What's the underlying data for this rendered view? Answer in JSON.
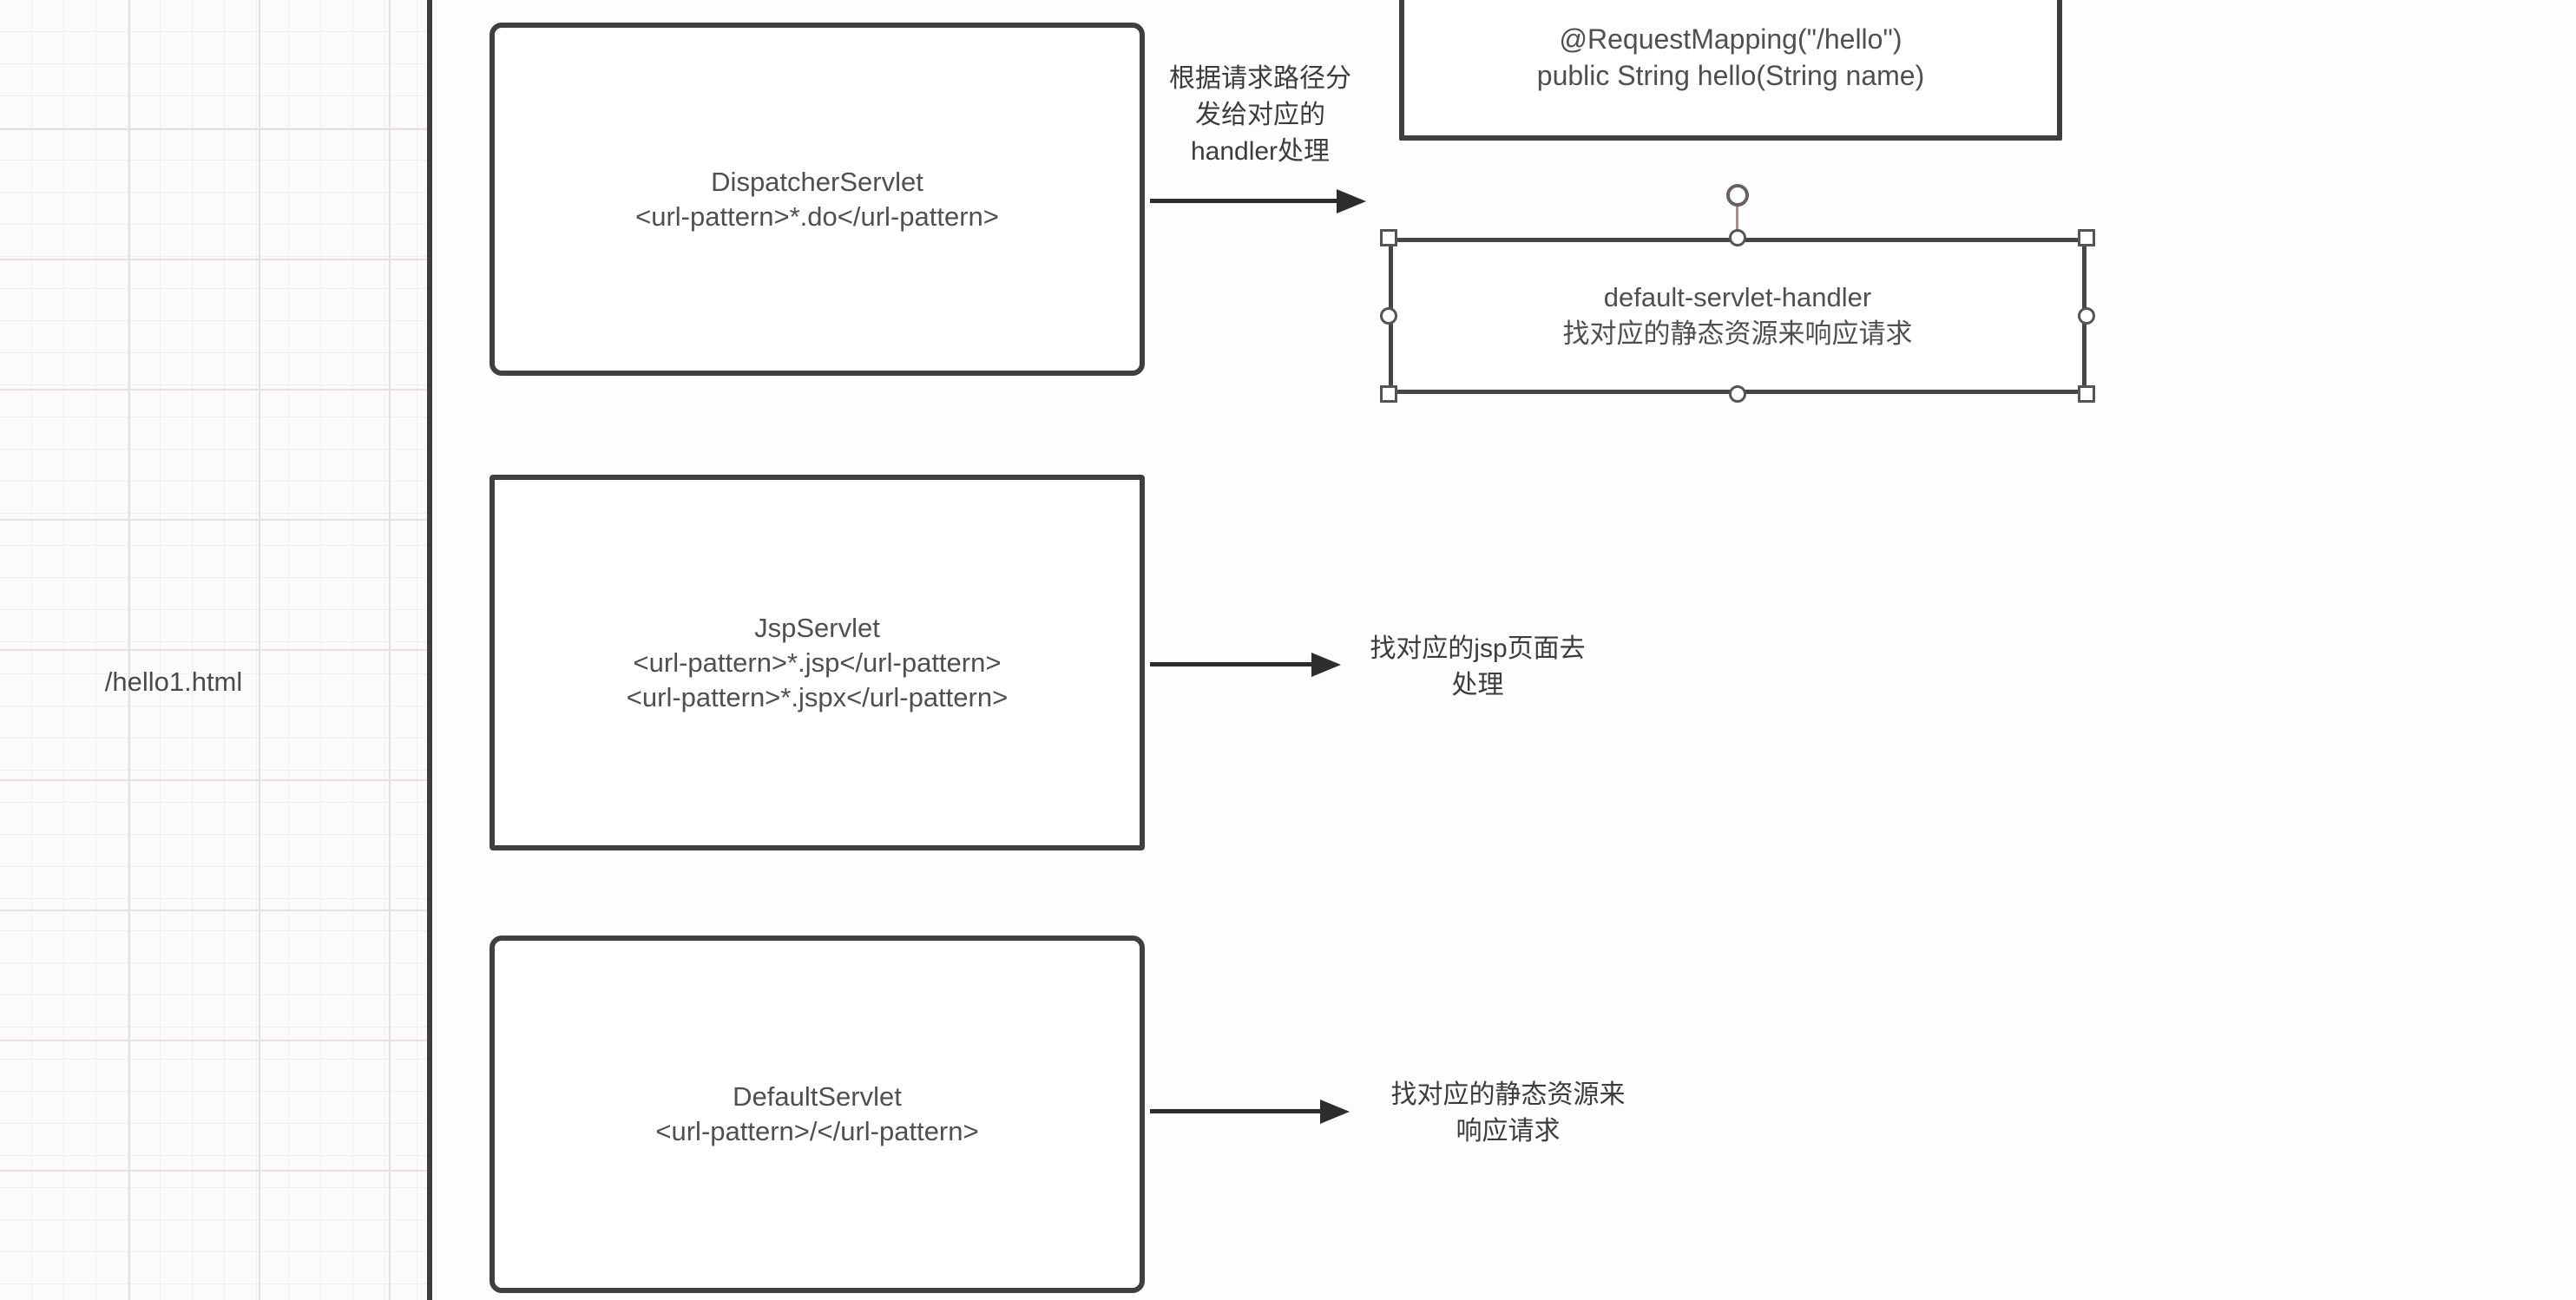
{
  "left_panel": {
    "request_label": "/hello1.html"
  },
  "servlet_boxes": [
    {
      "id": "dispatcher",
      "text": "DispatcherServlet\n<url-pattern>*.do</url-pattern>"
    },
    {
      "id": "jsp",
      "text": "JspServlet\n<url-pattern>*.jsp</url-pattern>\n<url-pattern>*.jspx</url-pattern>"
    },
    {
      "id": "default",
      "text": "DefaultServlet\n<url-pattern>/</url-pattern>"
    }
  ],
  "mapping_box": {
    "text": "@RequestMapping(\"/hello\")\npublic String hello(String name)"
  },
  "selected_box": {
    "text": "default-servlet-handler\n找对应的静态资源来响应请求",
    "state": "selected"
  },
  "annotations": {
    "dispatch": {
      "text": "根据请求路径分\n发给对应的\nhandler处理"
    },
    "jsp": {
      "text": "找对应的jsp页面去\n处理"
    },
    "static": {
      "text": "找对应的静态资源来\n响应请求"
    }
  },
  "colors": {
    "box_border": "#3f3f3f",
    "box_fill": "#ffffff",
    "text": "#4b4b4b",
    "arrow": "#2d2d2d",
    "separator": "#3c3c3c",
    "grid_line_minor": "#f1eeee",
    "grid_line_major": "#e4e1e0",
    "canvas_bg": "#fdfdfd",
    "handle_fill": "#ffffff",
    "handle_outline": "#555555",
    "rotation_link": "#b38a8a"
  }
}
